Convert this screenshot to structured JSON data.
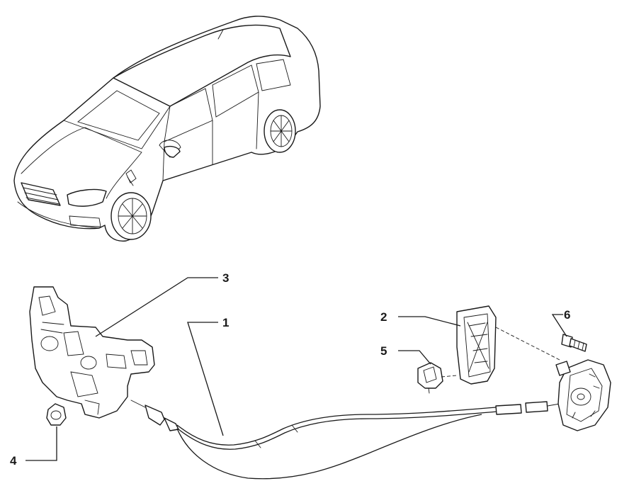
{
  "diagram": {
    "callouts": [
      {
        "id": "callout-1",
        "number": "1"
      },
      {
        "id": "callout-2",
        "number": "2"
      },
      {
        "id": "callout-3",
        "number": "3"
      },
      {
        "id": "callout-4",
        "number": "4"
      },
      {
        "id": "callout-5",
        "number": "5"
      },
      {
        "id": "callout-6",
        "number": "6"
      }
    ]
  }
}
